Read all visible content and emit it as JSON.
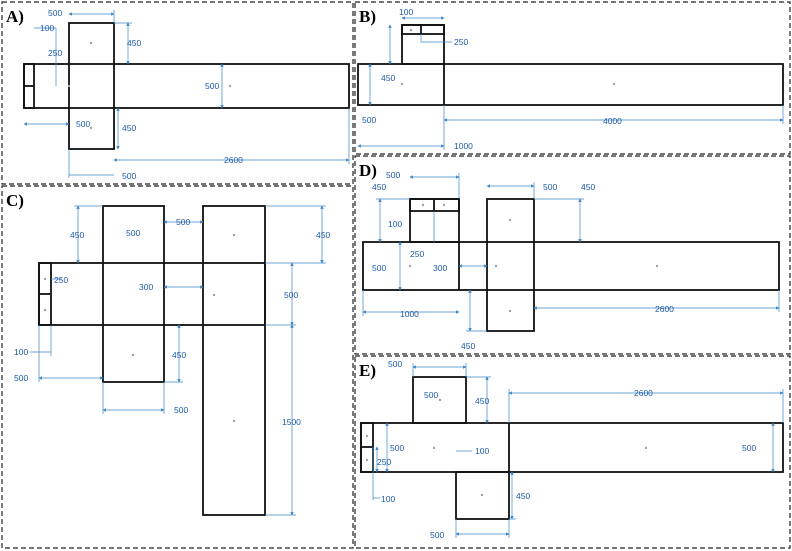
{
  "panels": [
    {
      "id": "A",
      "label": "A)",
      "dims": [
        "500",
        "100",
        "250",
        "450",
        "500",
        "500",
        "450",
        "2600",
        "500"
      ]
    },
    {
      "id": "B",
      "label": "B)",
      "dims": [
        "100",
        "250",
        "450",
        "500",
        "1000",
        "4000"
      ]
    },
    {
      "id": "C",
      "label": "C)",
      "dims": [
        "450",
        "500",
        "500",
        "450",
        "250",
        "300",
        "500",
        "100",
        "450",
        "500",
        "500",
        "1500"
      ]
    },
    {
      "id": "D",
      "label": "D)",
      "dims": [
        "500",
        "450",
        "500",
        "450",
        "100",
        "250",
        "500",
        "300",
        "1000",
        "2600",
        "450"
      ]
    },
    {
      "id": "E",
      "label": "E)",
      "dims": [
        "500",
        "500",
        "450",
        "2600",
        "500",
        "100",
        "250",
        "500",
        "100",
        "450",
        "500"
      ]
    }
  ]
}
